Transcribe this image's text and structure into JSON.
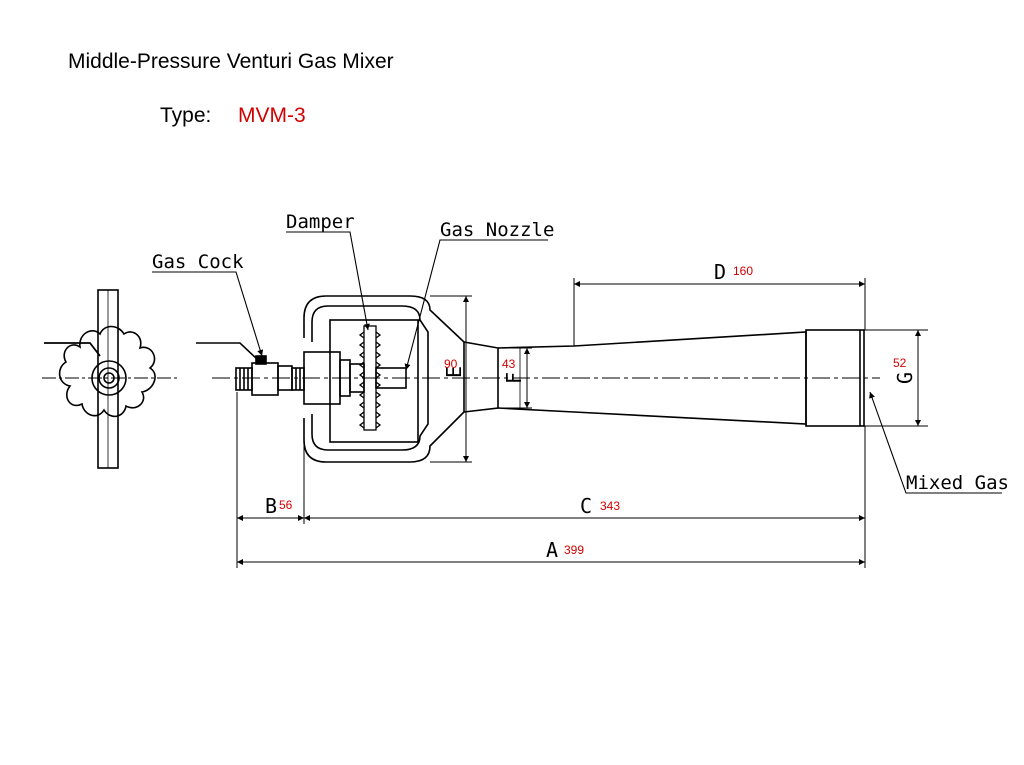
{
  "header": {
    "title": "Middle-Pressure Venturi Gas Mixer",
    "type_label": "Type:",
    "type_value": "MVM-3"
  },
  "callouts": {
    "gas_cock": "Gas Cock",
    "damper": "Damper",
    "gas_nozzle": "Gas Nozzle",
    "mixed_gas": "Mixed Gas"
  },
  "dimensions": {
    "A": {
      "letter": "A",
      "value": "399"
    },
    "B": {
      "letter": "B",
      "value": "56"
    },
    "C": {
      "letter": "C",
      "value": "343"
    },
    "D": {
      "letter": "D",
      "value": "160"
    },
    "E": {
      "letter": "E",
      "value": "90"
    },
    "F": {
      "letter": "F",
      "value": "43"
    },
    "G": {
      "letter": "G",
      "value": "52"
    }
  },
  "colors": {
    "line": "#000000",
    "dimension_value": "#d40000"
  }
}
